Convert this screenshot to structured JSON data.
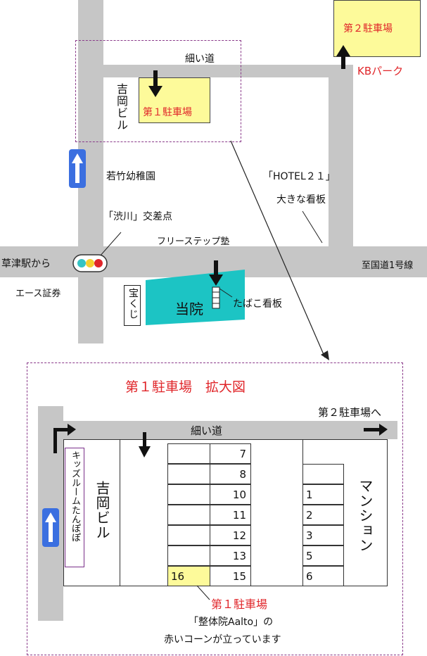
{
  "top_map": {
    "narrow_road": "細い道",
    "parking_1": "第１駐車場",
    "parking_2": "第２駐車場",
    "kb_park": "KBパーク",
    "yoshioka_bldg": "吉岡ビル",
    "kindergarten": "若竹幼稚園",
    "hotel_sign": "「HOTEL２１」",
    "big_sign": "大きな看板",
    "intersection": "「渋川」交差点",
    "free_step": "フリーステップ塾",
    "from_station": "草津駅から",
    "to_route1": "至国道1号線",
    "ace_securities": "エース証券",
    "lottery": "宝くじ",
    "our_clinic": "当院",
    "tobacco_sign": "たばこ看板"
  },
  "detail_map": {
    "title": "第１駐車場　拡大図",
    "to_parking_2": "第２駐車場へ",
    "narrow_road": "細い道",
    "kids_room": "キッズルームたんぽぽ",
    "yoshioka_bldg": "吉岡ビル",
    "mansion": "マンション",
    "center_slots": [
      "7",
      "8",
      "10",
      "11",
      "12",
      "13",
      "15"
    ],
    "left_slot": "16",
    "right_slots": [
      "1",
      "2",
      "3",
      "5",
      "6"
    ],
    "parking_label": "第１駐車場",
    "note_line1": "「整体院Aalto」の",
    "note_line2": "赤いコーンが立っています"
  },
  "colors": {
    "road": "#c6c6c6",
    "parking_fill": "#fdfa9a",
    "clinic": "#1cc4c4",
    "accent_red": "#e0262a",
    "arrow_blue": "#3b6fe0",
    "dashed_border": "#8a3a8a"
  },
  "icons": [
    "traffic-light-icon",
    "up-arrow-icon",
    "down-arrow-icon",
    "right-arrow-icon",
    "turn-arrow-icon"
  ]
}
